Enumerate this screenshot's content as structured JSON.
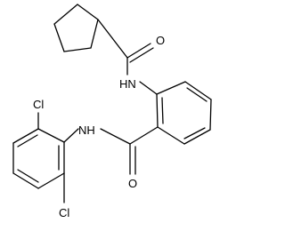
{
  "structure": {
    "atom_labels": {
      "carbonyl_oxygen_1": "O",
      "amide_nh_1": "HN",
      "amide_nh_2": "NH",
      "carbonyl_oxygen_2": "O",
      "chlorine_top": "Cl",
      "chlorine_bottom": "Cl"
    }
  }
}
